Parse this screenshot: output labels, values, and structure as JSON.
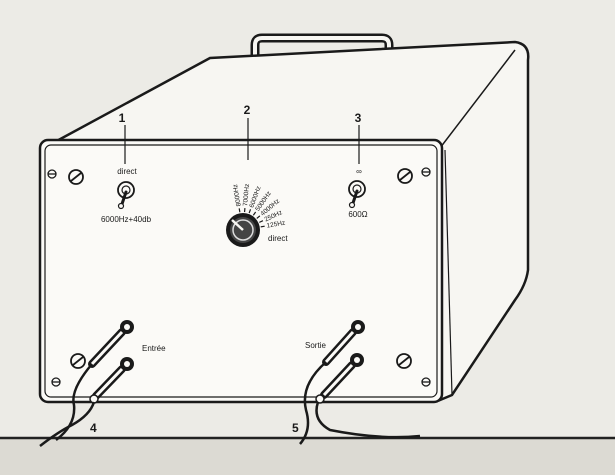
{
  "callouts": {
    "n1": "1",
    "n2": "2",
    "n3": "3",
    "n4": "4",
    "n5": "5"
  },
  "switch1": {
    "top_label": "direct",
    "bottom_label": "6000Hz+40db"
  },
  "switch3": {
    "top_label": "∞",
    "bottom_label": "600Ω"
  },
  "selector": {
    "positions": [
      "8000Hz",
      "7000Hz",
      "6000Hz",
      "5000Hz",
      "4000Hz",
      "250Hz",
      "125Hz"
    ],
    "direct_label": "direct"
  },
  "jacks": {
    "input_label": "Entrée",
    "output_label": "Sortie"
  },
  "colors": {
    "ink": "#1a1a1a",
    "paper": "#ecebe6",
    "case": "#f7f6f2",
    "panel": "#fbfaf7"
  }
}
